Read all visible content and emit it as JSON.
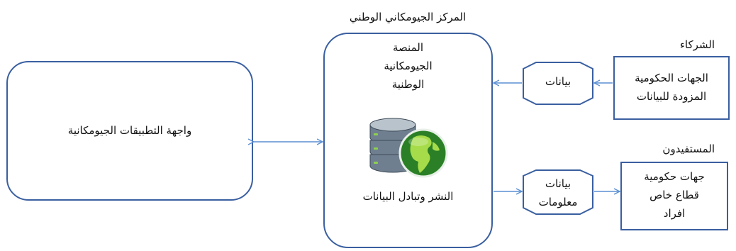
{
  "center": {
    "header": "المركز الجيومكاني الوطني",
    "platform_lines": [
      "المنصة",
      "الجيومكانية",
      "الوطنية"
    ],
    "caption": "النشر وتبادل البيانات",
    "icon": "database-globe-icon"
  },
  "left_box": {
    "label": "واجهة التطبيقات الجيومكانية"
  },
  "partners": {
    "heading": "الشركاء",
    "lines": [
      "الجهات الحكومية",
      "المزودة للبيانات"
    ],
    "connector_label": "بيانات"
  },
  "beneficiaries": {
    "heading": "المستفيدون",
    "lines": [
      "جهات حكومية",
      "قطاع خاص",
      "افراد"
    ],
    "connector_lines": [
      "بيانات",
      "معلومات"
    ]
  },
  "colors": {
    "stroke": "#3a5fa0",
    "arrow": "#5b8fd4",
    "text": "#111111"
  }
}
